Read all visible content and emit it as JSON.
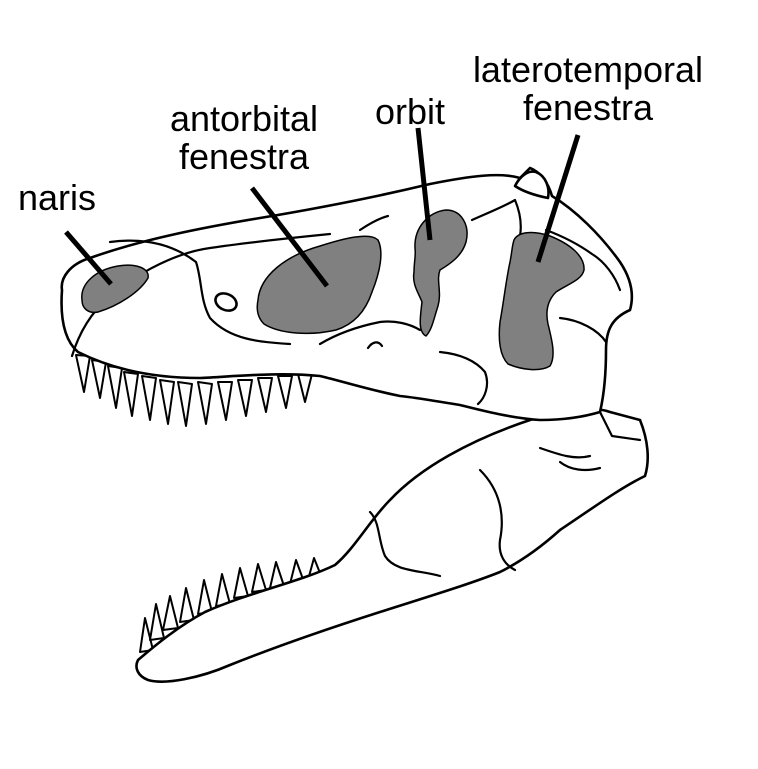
{
  "colors": {
    "background": "#ffffff",
    "line": "#000000",
    "opening_fill": "#808080"
  },
  "labels": {
    "naris": "naris",
    "antorbital_1": "antorbital",
    "antorbital_2": "fenestra",
    "orbit": "orbit",
    "laterotemporal_1": "laterotemporal",
    "laterotemporal_2": "fenestra"
  }
}
